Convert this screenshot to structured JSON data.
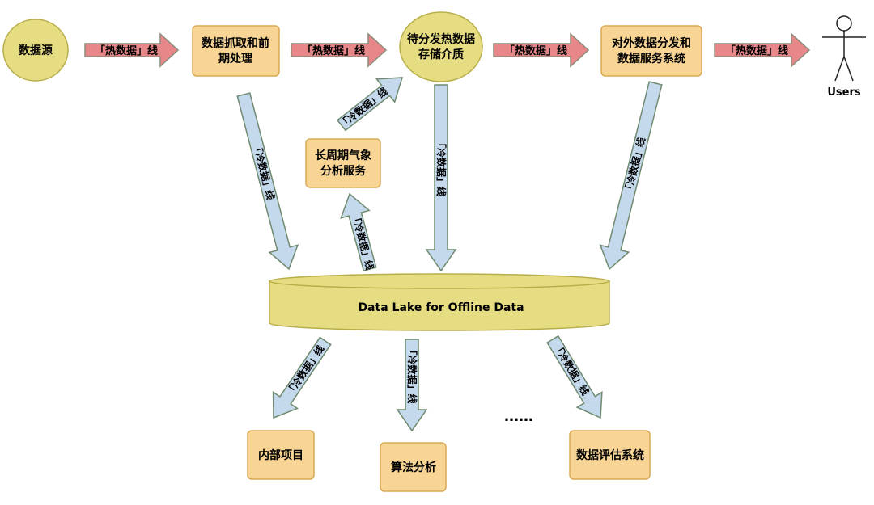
{
  "nodes": {
    "data_source": "数据源",
    "fetch_preprocess": [
      "数据抓取和前",
      "期处理"
    ],
    "hot_storage": [
      "待分发热数据",
      "存储介质"
    ],
    "distribution_service": [
      "对外数据分发和",
      "数据服务系统"
    ],
    "users": "Users",
    "long_cycle_weather": [
      "长周期气象",
      "分析服务"
    ],
    "data_lake": "Data Lake for Offline Data",
    "internal_projects": "内部项目",
    "algorithm_analysis": "算法分析",
    "ellipsis": "……",
    "data_evaluation": "数据评估系统"
  },
  "edges": {
    "hot": "「热数据」线",
    "cold": "「冷数据」线"
  },
  "colors": {
    "ellipse_fill": "#e6dc82",
    "ellipse_stroke": "#b7ae4a",
    "box_fill": "#f8d595",
    "box_stroke": "#d9aa55",
    "hot_fill": "#e8878a",
    "hot_stroke": "#8c8c7a",
    "cold_fill": "#c4d9ec",
    "cold_stroke": "#6f8a6f",
    "lake_fill": "#e6dc82",
    "lake_stroke": "#b7ae4a"
  }
}
